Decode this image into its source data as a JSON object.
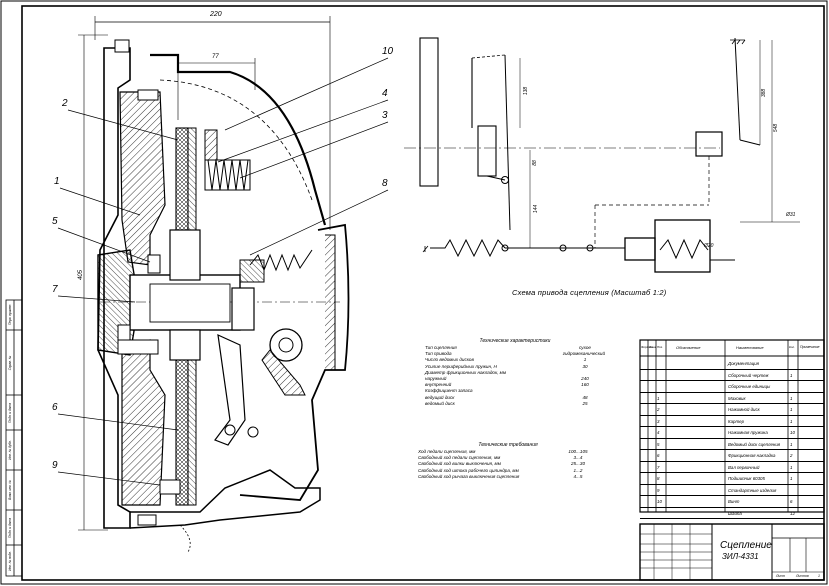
{
  "section_callouts": [
    {
      "id": "c10",
      "label": "10"
    },
    {
      "id": "c2",
      "label": "2"
    },
    {
      "id": "c4",
      "label": "4"
    },
    {
      "id": "c3",
      "label": "3"
    },
    {
      "id": "c1",
      "label": "1"
    },
    {
      "id": "c8",
      "label": "8"
    },
    {
      "id": "c5",
      "label": "5"
    },
    {
      "id": "c7",
      "label": "7"
    },
    {
      "id": "c6",
      "label": "6"
    },
    {
      "id": "c9",
      "label": "9"
    }
  ],
  "dimensions": {
    "overall_width": "220",
    "inner_width": "77",
    "height": "405"
  },
  "schematic": {
    "caption": "Схема привода сцепления (Масштаб 1:2)",
    "dims": [
      "138",
      "88",
      "144",
      "388",
      "548",
      "Ø20",
      "Ø31"
    ]
  },
  "tech_specs": {
    "title": "Технические характеристики",
    "rows": [
      {
        "k": "Тип сцепления",
        "v": "сухое"
      },
      {
        "k": "Тип привода",
        "v": "гидромеханический"
      },
      {
        "k": "Число ведомых дисков",
        "v": "1"
      },
      {
        "k": "Усилие периферийных пружин, Н",
        "v": "30"
      },
      {
        "k": "Диаметр фрикционных накладок, мм",
        "v": ""
      },
      {
        "k": "   наружный",
        "v": "240"
      },
      {
        "k": "   внутренний",
        "v": "160"
      },
      {
        "k": "Коэффициент запаса",
        "v": ""
      },
      {
        "k": "   ведущий диск",
        "v": "48"
      },
      {
        "k": "   ведомый диск",
        "v": "25"
      }
    ]
  },
  "drive_specs": {
    "title": "Технические требования",
    "rows": [
      {
        "k": "Ход педали сцепления, мм",
        "v": "100...105"
      },
      {
        "k": "Свободный ход педали сцепления, мм",
        "v": "3...4"
      },
      {
        "k": "Свободный ход вилки выключения, мм",
        "v": "25...30"
      },
      {
        "k": "Свободный ход штока рабочего цилиндра, мм",
        "v": "1...2"
      },
      {
        "k": "Свободный ход рычага выключения сцепления",
        "v": "4...5"
      }
    ]
  },
  "spec_table": {
    "headers": [
      "Формат",
      "Зона",
      "Поз.",
      "Обозначение",
      "Наименование",
      "Кол.",
      "Примечание"
    ],
    "rows": [
      {
        "pos": "",
        "name": "Документация",
        "qty": ""
      },
      {
        "pos": "",
        "name": "Сборочный чертеж",
        "qty": "1"
      },
      {
        "pos": "",
        "name": "Сборочные единицы",
        "qty": ""
      },
      {
        "pos": "1",
        "name": "Маховик",
        "qty": "1"
      },
      {
        "pos": "2",
        "name": "Нажимной диск",
        "qty": "1"
      },
      {
        "pos": "3",
        "name": "Картер",
        "qty": "1"
      },
      {
        "pos": "4",
        "name": "Нажимная пружина",
        "qty": "10"
      },
      {
        "pos": "5",
        "name": "Ведомый диск сцепления",
        "qty": "1"
      },
      {
        "pos": "6",
        "name": "Фрикционная накладка",
        "qty": "2"
      },
      {
        "pos": "7",
        "name": "Вал первичный",
        "qty": "1"
      },
      {
        "pos": "8",
        "name": "Подшипник 60305",
        "qty": "1"
      },
      {
        "pos": "9",
        "name": "Стандартные изделия",
        "qty": ""
      },
      {
        "pos": "10",
        "name": "Винт",
        "qty": "6"
      },
      {
        "pos": "",
        "name": "Шайба",
        "qty": "12"
      }
    ]
  },
  "title_block": {
    "name": "Сцепление",
    "code": "ЗИЛ-4331",
    "sheet_label": "Лист",
    "sheets_label": "Листов",
    "sheets": "1"
  },
  "side_strip": [
    "Перв. примен.",
    "Справ. №",
    "Подп. и дата",
    "Инв. № дубл.",
    "Взам. инв. №",
    "Подп. и дата",
    "Инв. № подл."
  ]
}
